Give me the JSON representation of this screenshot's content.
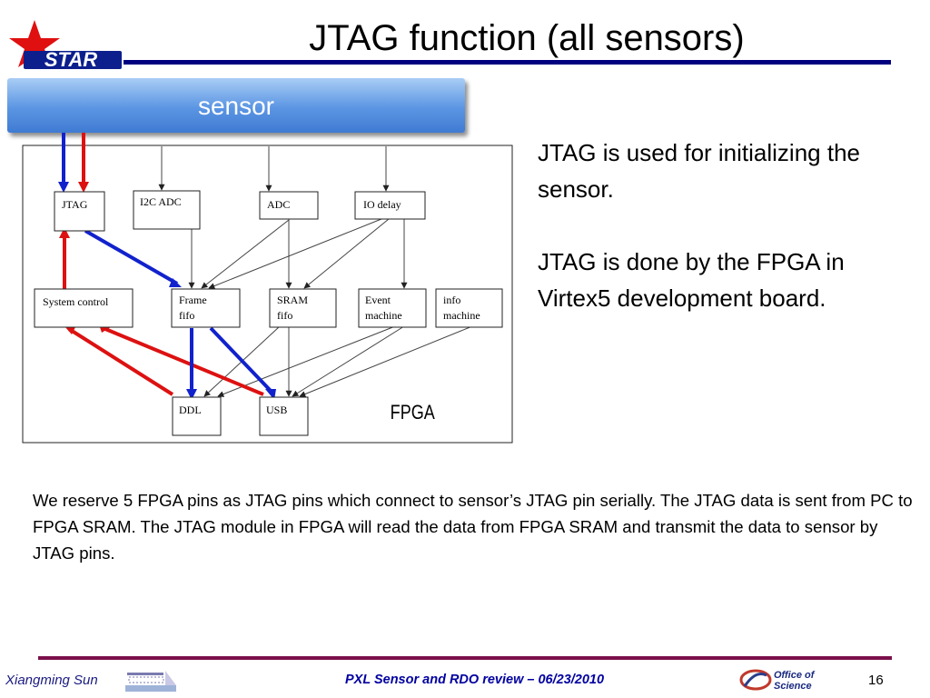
{
  "slide": {
    "title": "JTAG function (all sensors)",
    "logo_text": "STAR",
    "sensor_label": "sensor"
  },
  "diagram": {
    "blocks": {
      "jtag": "JTAG",
      "i2c_adc": "I2C ADC",
      "adc": "ADC",
      "io_delay": "IO delay",
      "system_control": "System control",
      "frame_fifo": [
        "Frame",
        "fifo"
      ],
      "sram_fifo": [
        "SRAM",
        "fifo"
      ],
      "event_machine": [
        "Event",
        "machine"
      ],
      "info_machine": [
        "info",
        "machine"
      ],
      "ddl": "DDL",
      "usb": "USB"
    },
    "fpga_label": "FPGA",
    "colors": {
      "red": "#dd1111",
      "blue": "#1122cc",
      "gray": "#444444"
    }
  },
  "bullets": [
    "JTAG is used for initializing the sensor.",
    "JTAG is done by the FPGA in Virtex5 development board."
  ],
  "body_paragraph": "We reserve 5 FPGA pins as JTAG pins which connect to sensor’s JTAG pin serially. The JTAG data is sent from PC to FPGA SRAM. The JTAG module in FPGA will read the data from FPGA SRAM and transmit the data to sensor by JTAG pins.",
  "footer": {
    "author": "Xiangming Sun",
    "event": "PXL Sensor and RDO review – 06/23/2010",
    "page": "16",
    "doe_logo_text": [
      "Office of",
      "Science"
    ],
    "colors": {
      "rule": "#7a0f4b",
      "title_rule": "#000080"
    }
  }
}
